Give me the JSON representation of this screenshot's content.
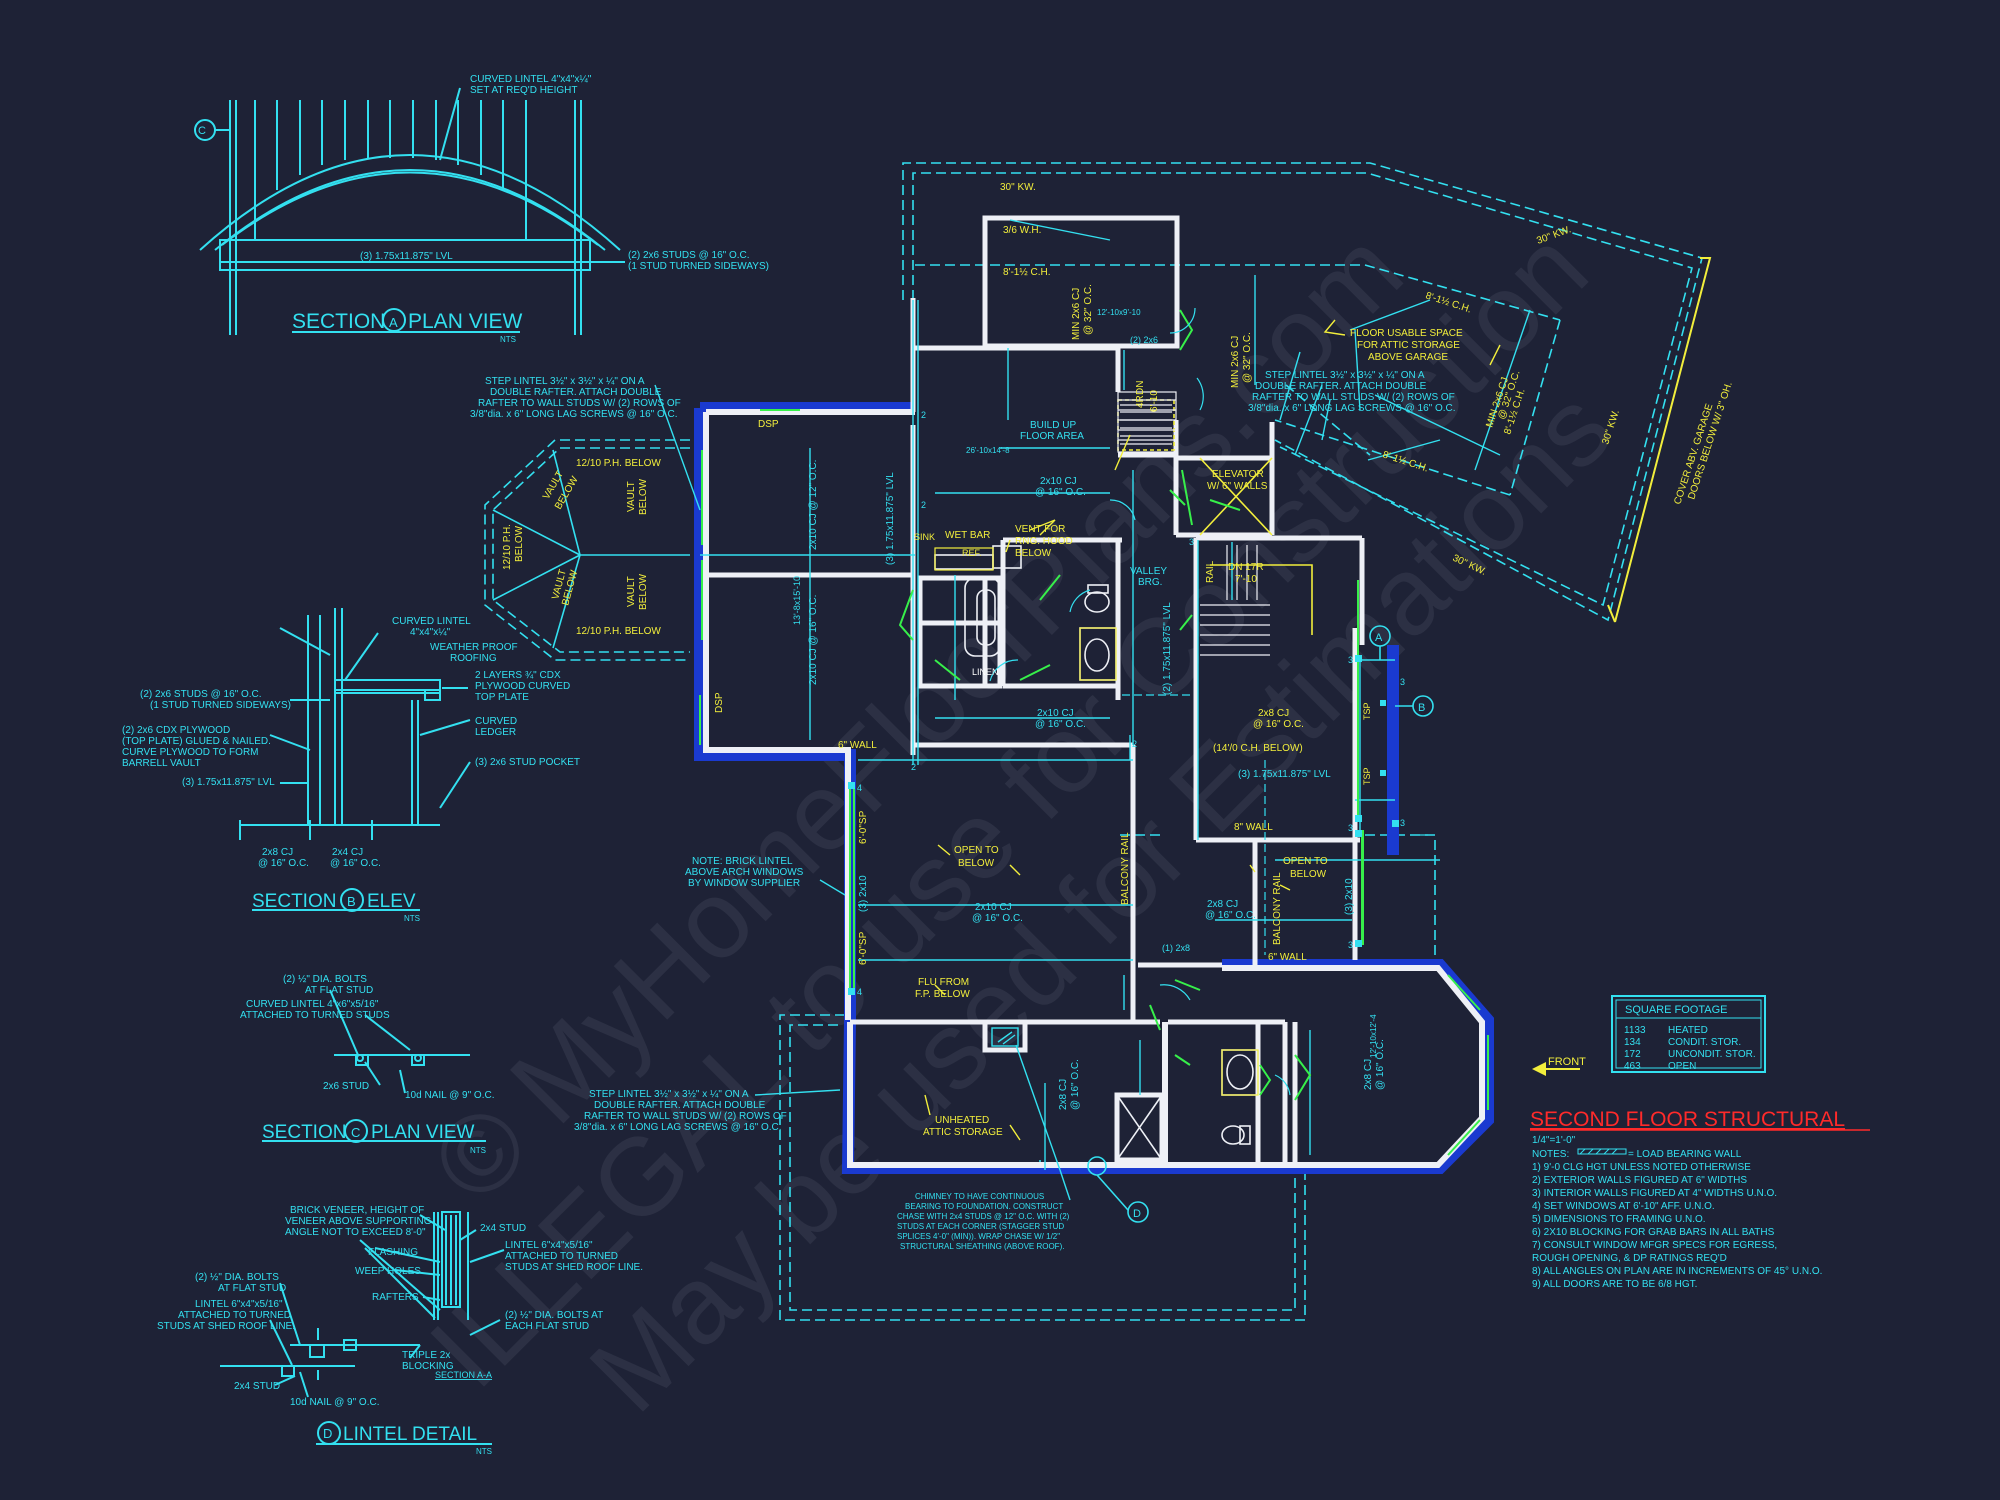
{
  "colors": {
    "background": "#1e2236",
    "cyan_lines": "#33e0f0",
    "yellow_notes": "#f2ee3c",
    "walls": "#eef0f6",
    "wall_outline": "#1a3ad0",
    "green_windows": "#37f04a",
    "title_red": "#ff2a2a"
  },
  "title": {
    "main": "SECOND FLOOR STRUCTURAL",
    "scale": "1/4\"=1'-0\"",
    "notes_label": "NOTES:",
    "load_bearing_legend": "= LOAD BEARING WALL"
  },
  "notes": [
    "1)  9'-0 CLG HGT UNLESS NOTED OTHERWISE",
    "2)  EXTERIOR WALLS FIGURED AT 6\" WIDTHS",
    "3)  INTERIOR WALLS FIGURED AT 4\" WIDTHS U.N.O.",
    "4)  SET WINDOWS AT 6'-10\" AFF. U.N.O.",
    "5)  DIMENSIONS TO FRAMING U.N.O.",
    "6)  2X10 BLOCKING FOR GRAB BARS IN ALL BATHS",
    "7)  CONSULT WINDOW MFGR SPECS FOR EGRESS,",
    "     ROUGH OPENING, & DP RATINGS REQ'D",
    "8)  ALL ANGLES ON PLAN ARE IN INCREMENTS OF 45° U.N.O.",
    "9)  ALL DOORS ARE TO BE 6/8 HGT."
  ],
  "square_footage": {
    "title": "SQUARE FOOTAGE",
    "rows": [
      {
        "value": "1133",
        "label": "HEATED"
      },
      {
        "value": "134",
        "label": "CONDIT. STOR."
      },
      {
        "value": "172",
        "label": "UNCONDIT. STOR."
      },
      {
        "value": "463",
        "label": "OPEN"
      }
    ]
  },
  "front_label": "FRONT",
  "sections": {
    "a": {
      "title": "SECTION",
      "marker": "A",
      "suffix": "PLAN VIEW",
      "nts": "NTS",
      "callout_tag": "C",
      "notes": {
        "curved_lintel_1": "CURVED LINTEL 4\"x4\"x¼\"",
        "curved_lintel_2": "SET AT REQ'D HEIGHT",
        "lvl": "(3) 1.75x11.875\" LVL",
        "studs_1": "(2) 2x6 STUDS @ 16\" O.C.",
        "studs_2": "(1 STUD TURNED SIDEWAYS)"
      }
    },
    "b": {
      "title": "SECTION",
      "marker": "B",
      "suffix": "ELEV",
      "nts": "NTS",
      "notes": {
        "curved_lintel_1": "CURVED LINTEL",
        "curved_lintel_2": "4\"x4\"x¼\"",
        "weather_1": "WEATHER PROOF",
        "weather_2": "ROOFING",
        "cdx_1": "2 LAYERS ¾\" CDX",
        "cdx_2": "PLYWOOD CURVED",
        "cdx_3": "TOP PLATE",
        "studs_1": "(2) 2x6 STUDS @ 16\" O.C.",
        "studs_2": "(1 STUD TURNED SIDEWAYS)",
        "ply_1": "(2) 2x6 CDX PLYWOOD",
        "ply_2": "(TOP PLATE) GLUED & NAILED.",
        "ply_3": "CURVE PLYWOOD TO FORM",
        "ply_4": "BARRELL VAULT",
        "ledger_1": "CURVED",
        "ledger_2": "LEDGER",
        "lvl": "(3) 1.75x11.875\" LVL",
        "pocket": "(3) 2x6 STUD POCKET",
        "cj_a": "2x8 CJ",
        "cj_a2": "@ 16\" O.C.",
        "cj_b": "2x4 CJ",
        "cj_b2": "@ 16\" O.C."
      }
    },
    "c": {
      "title": "SECTION",
      "marker": "C",
      "suffix": "PLAN VIEW",
      "nts": "NTS",
      "notes": {
        "bolts_1": "(2) ½\" DIA. BOLTS",
        "bolts_2": "AT FLAT STUD",
        "lintel_1": "CURVED LINTEL 4\"x6\"x5/16\"",
        "lintel_2": "ATTACHED TO TURNED STUDS",
        "stud": "2x6 STUD",
        "nail": "10d NAIL @ 9\" O.C."
      }
    },
    "d": {
      "marker": "D",
      "title": "LINTEL DETAIL",
      "nts": "NTS",
      "notes": {
        "veneer_1": "BRICK VENEER, HEIGHT OF",
        "veneer_2": "VENEER ABOVE SUPPORTING",
        "veneer_3": "ANGLE NOT TO EXCEED 8'-0\"",
        "flashing": "FLASHING",
        "weep": "WEEP HOLES",
        "rafters": "RAFTERS",
        "stud_top": "2x4 STUD",
        "lintel_r_1": "LINTEL 6\"x4\"x5/16\"",
        "lintel_r_2": "ATTACHED TO TURNED",
        "lintel_r_3": "STUDS AT SHED ROOF LINE.",
        "bolts_l_1": "(2) ½\" DIA. BOLTS",
        "bolts_l_2": "AT FLAT STUD",
        "lintel_l_1": "LINTEL 6\"x4\"x5/16\"",
        "lintel_l_2": "ATTACHED TO TURNED",
        "lintel_l_3": "STUDS AT SHED ROOF LINE.",
        "bolts_r_1": "(2) ½\" DIA. BOLTS AT",
        "bolts_r_2": "EACH FLAT STUD",
        "triple_1": "TRIPLE 2x",
        "triple_2": "BLOCKING",
        "section_aa": "SECTION A-A",
        "stud_bottom": "2x4 STUD",
        "nail": "10d NAIL @ 9\" O.C."
      }
    }
  },
  "plan": {
    "kw_top": "30\" KW.",
    "kw_mid": "30\" KW.",
    "kw_right": "30\" KW.",
    "kw_bottom": "30\" KW.",
    "wh": "3/6 W.H.",
    "ch_top": "8'-1½ C.H.",
    "ch_right_1": "8'-1½ C.H.",
    "ch_right_2": "8'-1½ C.H.",
    "ch_right_3": "8'-1½ C.H.",
    "min_cj_1": "MIN 2x6 CJ",
    "min_cj_1b": "@ 32\" O.C.",
    "min_cj_2": "MIN 2x6 CJ",
    "min_cj_2b": "@ 32\" O.C.",
    "min_cj_3": "MIN 2x6 CJ",
    "min_cj_3b": "@ 32\" O.C.",
    "attic_1": "FLOOR USABLE SPACE",
    "attic_2": "FOR ATTIC STORAGE",
    "attic_3": "ABOVE GARAGE",
    "cover_1": "COVER ABV. GARAGE",
    "cover_2": "DOORS BELOW W/ 3\" OH.",
    "step_r_1": "STEP LINTEL 3½\" x 3½\" x ¼\" ON A",
    "step_r_2": "DOUBLE RAFTER.  ATTACH DOUBLE",
    "step_r_3": "RAFTER TO WALL STUDS W/ (2) ROWS OF",
    "step_r_4": "3/8\"dia. x 6\" LONG LAG SCREWS @ 16\" O.C.",
    "step_l_1": "STEP LINTEL 3½\" x 3½\" x ¼\" ON A",
    "step_l_2": "DOUBLE RAFTER.  ATTACH DOUBLE",
    "step_l_3": "RAFTER TO WALL STUDS W/ (2) ROWS OF",
    "step_l_4": "3/8\"dia. x 6\" LONG LAG SCREWS @ 16\" O.C.",
    "step_b_1": "STEP LINTEL 3½\" x 3½\" x ¼\" ON A",
    "step_b_2": "DOUBLE RAFTER.  ATTACH DOUBLE",
    "step_b_3": "RAFTER TO WALL STUDS W/ (2) ROWS OF",
    "step_b_4": "3/8\"dia. x 6\" LONG LAG SCREWS @ 16\" O.C.",
    "dsp_top": "DSP",
    "dsp_side": "DSP",
    "build_1": "BUILD UP",
    "build_2": "FLOOR AREA",
    "dim_26": "26'-10x14'-8",
    "dim_room_top": "12'-10x9'-10",
    "cj_2x6": "(2) 2x6",
    "dn_1": "DN",
    "dn_2": "4R",
    "dn_3": "6'-10",
    "cj_2x10_a": "2x10 CJ",
    "cj_2x10_a2": "@ 16\" O.C.",
    "elev_1": "ELEVATOR",
    "elev_2": "W/ 6\" WALLS",
    "ph_top": "12/10 P.H. BELOW",
    "ph_bot": "12/10 P.H. BELOW",
    "vault_1": "VAULT",
    "vault_2": "BELOW",
    "vault_3": "VAULT",
    "vault_4": "BELOW",
    "vault_5": "VAULT",
    "vault_6": "BELOW",
    "vault_7": "VAULT",
    "vault_8": "BELOW",
    "ph_side_1": "12/10 P.H.",
    "ph_side_2": "BELOW",
    "lvl_v1": "(3) 1.75x11.875\" LVL",
    "lvl_v2": "(2) 1.75x11.875\" LVL",
    "lvl_h": "(3) 1.75x11.875\" LVL",
    "oc_12": "2x10 CJ @ 12\" O.C.",
    "oc_16": "2x10 CJ @ 16\" O.C.",
    "sink": "SINK",
    "wetbar": "WET BAR",
    "ref": "REF.",
    "vent_1": "VENT FOR",
    "vent_2": "RNG. HOOD",
    "vent_3": "BELOW",
    "valley_1": "VALLEY",
    "valley_2": "BRG.",
    "rail": "RAIL",
    "dn_17r": "DN 17R",
    "dn_17r_b": "7'-10",
    "linen": "LINEN",
    "dim_13": "13'-8x15'-10",
    "wall_6_a": "6\" WALL",
    "cj_2x10_b": "2x10 CJ",
    "cj_2x10_b2": "@ 16\" O.C.",
    "cj_2x8": "2x8 CJ",
    "cj_2x8_b": "@ 16\" O.C.",
    "ch_14": "(14'/0 C.H. BELOW)",
    "lvl_short": "(3) 1.75x11.875\" LVL",
    "wall_8": "8\" WALL",
    "tsp_1": "TSP",
    "tsp_2": "TSP",
    "open_1": "OPEN TO",
    "open_2": "BELOW",
    "open_3": "OPEN TO",
    "open_4": "BELOW",
    "cj_2x10_c": "2x10 CJ",
    "cj_2x10_c2": "@ 16\" O.C.",
    "brick_1": "NOTE: BRICK LINTEL",
    "brick_2": "ABOVE ARCH WINDOWS",
    "brick_3": "BY WINDOW SUPPLIER",
    "stud_3x2x10_a": "(3) 2x10",
    "stud_3x2x10_b": "(3) 2x10",
    "dsp_ft_1": "6'-0\"SP",
    "dsp_ft_2": "6'-0\"SP",
    "balcony_1": "BALCONY RAIL",
    "balcony_2": "BALCONY RAIL",
    "cj_2x8_c": "2x8 CJ",
    "cj_2x8_c2": "@ 16\" O.C.",
    "wall_6_b": "6\" WALL",
    "one_2x8": "(1) 2x8",
    "flu_1": "FLU FROM",
    "flu_2": "F.P. BELOW",
    "unheated_1": "UNHEATED",
    "unheated_2": "ATTIC STORAGE",
    "cj_2x8_d": "2x8 CJ",
    "cj_2x8_d2": "@ 16\" O.C.",
    "cj_2x8_e": "2x8 CJ",
    "cj_2x8_e2": "@ 16\" O.C.",
    "dim_12": "12'-10x12'-4",
    "chimney_1": "CHIMNEY TO HAVE CONTINUOUS",
    "chimney_2": "BEARING TO FOUNDATION. CONSTRUCT",
    "chimney_3": "CHASE WITH 2x4 STUDS @ 12\" O.C. WITH (2)",
    "chimney_4": "STUDS AT EACH CORNER (STAGGER STUD",
    "chimney_5": "SPLICES 4'-0\" (MIN)). WRAP CHASE W/ 1/2\"",
    "chimney_6": "STRUCTURAL SHEATHING (ABOVE ROOF).",
    "marker_a": "A",
    "marker_b": "B",
    "marker_d": "D",
    "num_2a": "2",
    "num_2b": "2",
    "num_2c": "2",
    "num_2d": "2",
    "num_3a": "3",
    "num_3b": "3",
    "num_3c": "3",
    "num_3d": "3",
    "num_4a": "4",
    "num_4b": "4",
    "num_3e": "3",
    "num_3f": "3"
  },
  "watermark": {
    "line_1": "© MyHomeFloorPlans.com",
    "line_2": "ILLEGAL to use for Construction",
    "line_3": "May be used for Estimations"
  }
}
